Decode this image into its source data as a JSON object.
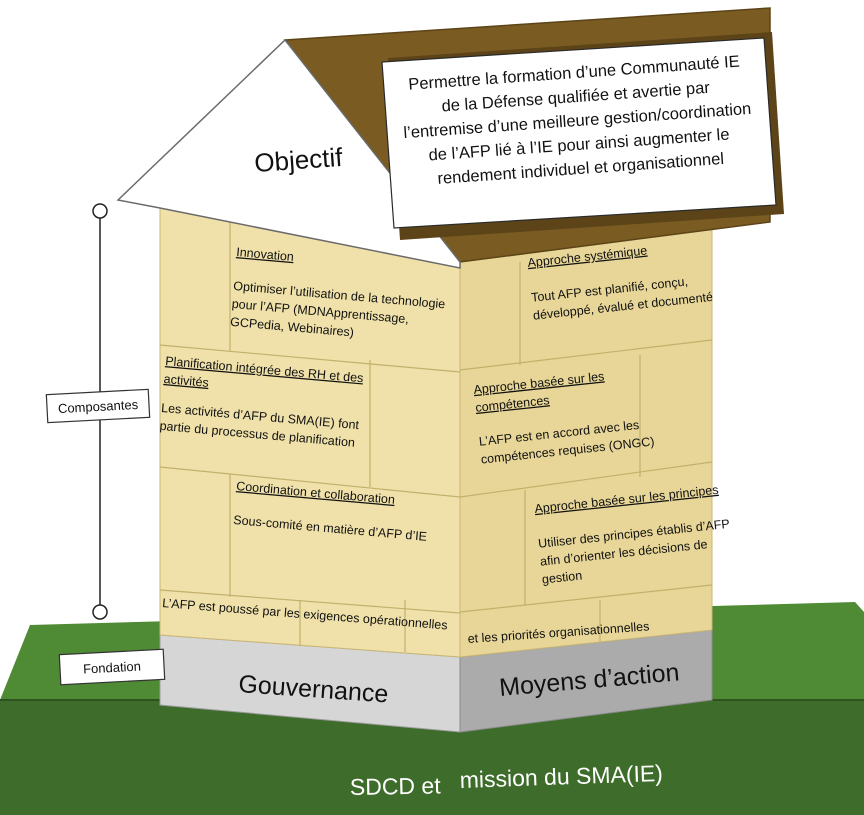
{
  "objective_label": "Objectif",
  "objective_text": [
    "Permettre la formation d’une Communauté IE",
    "de la Défense qualifiée et avertie par",
    "l’entremise d’une meilleure gestion/coordination",
    "de l’AFP lié à l’IE pour ainsi augmenter le",
    "rendement individuel et organisationnel"
  ],
  "side_labels": {
    "components": "Composantes",
    "foundation": "Fondation"
  },
  "blocks": {
    "innovation": {
      "heading": "Innovation",
      "body": [
        "Optimiser l’utilisation de la technologie",
        "pour l’AFP (MDNApprentissage,",
        "GCPedia, Webinaires)"
      ]
    },
    "systemic": {
      "heading": "Approche systémique",
      "body": [
        "Tout AFP est planifié, conçu,",
        "développé, évalué et documenté"
      ]
    },
    "hr_planning": {
      "heading": [
        "Planification intégrée des RH et des",
        "activités"
      ],
      "body": [
        "Les activités d’AFP du SMA(IE) font",
        "partie du processus de planification"
      ]
    },
    "competencies": {
      "heading": [
        "Approche basée sur les",
        "compétences"
      ],
      "body": [
        "L’AFP est en accord avec les",
        "compétences requises (ONGC)"
      ]
    },
    "coordination": {
      "heading": "Coordination et collaboration",
      "body": [
        "Sous-comité en matière d’AFP d’IE"
      ]
    },
    "principles": {
      "heading": "Approche basée sur les principes",
      "body": [
        "Utiliser des principes établis d’AFP",
        "afin d’orienter les décisions de",
        "gestion"
      ]
    }
  },
  "base_band": {
    "left": "L’AFP est poussé par les exigences opérationnelles",
    "right": "et les priorités organisationnelles"
  },
  "foundation": {
    "left": "Gouvernance",
    "right": "Moyens d’action"
  },
  "ground": {
    "part1": "SDCD et",
    "part2": "mission du SMA(IE)"
  },
  "colors": {
    "wall_front": "#efe1a9",
    "wall_side": "#e6d596",
    "roof_brown": "#7a5c22",
    "foundation_front": "#d4d4d4",
    "foundation_side": "#a9a9a9",
    "ground_top": "#4f8a34",
    "ground_front": "#3f6e2c"
  }
}
